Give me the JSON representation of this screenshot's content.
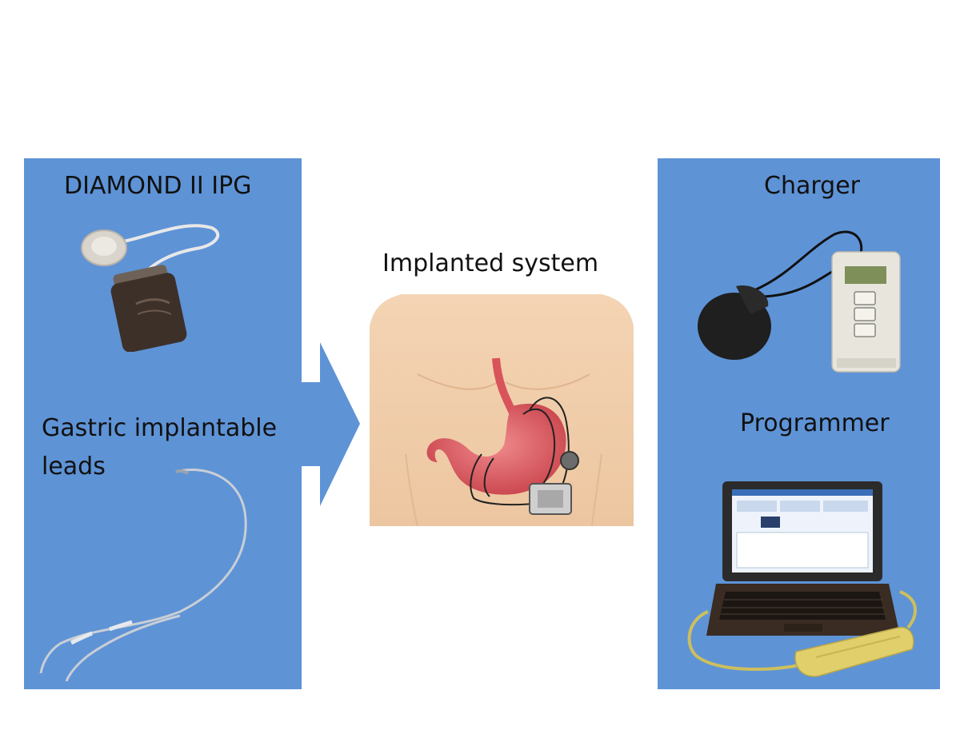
{
  "panels": {
    "left": {
      "title": "DIAMOND II IPG",
      "subtitle": "Gastric implantable leads"
    },
    "center": {
      "title": "Implanted system"
    },
    "right": {
      "title_top": "Charger",
      "title_bottom": "Programmer"
    }
  },
  "colors": {
    "panel_blue": "#5e93d6",
    "background": "#ffffff",
    "skin": "#f0cba8",
    "stomach": "#d9545a",
    "ipg_dark": "#3d3029",
    "charger_body": "#e8e6dc",
    "programmer_yellow": "#e0cf6a"
  },
  "icons": {
    "ipg": "ipg-device-icon",
    "leads": "gastric-leads-icon",
    "torso": "torso-with-stomach-icon",
    "charger": "charger-device-icon",
    "programmer": "laptop-programmer-icon",
    "arrow": "flow-arrow-icon"
  }
}
